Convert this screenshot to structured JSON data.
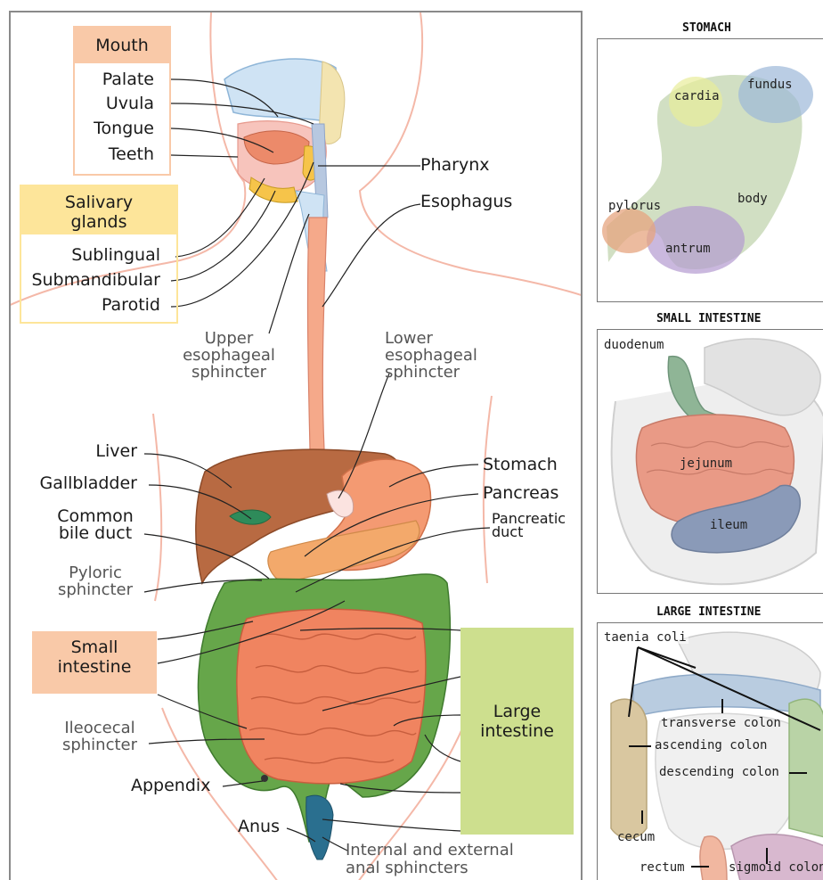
{
  "main": {
    "mouth_group": {
      "header": "Mouth",
      "items": [
        "Palate",
        "Uvula",
        "Tongue",
        "Teeth"
      ]
    },
    "salivary_group": {
      "header": "Salivary glands",
      "items": [
        "Sublingual",
        "Submandibular",
        "Parotid"
      ]
    },
    "labels": {
      "pharynx": "Pharynx",
      "esophagus": "Esophagus",
      "upper_sphincter": "Upper esophageal sphincter",
      "lower_sphincter": "Lower esophageal sphincter",
      "liver": "Liver",
      "gallbladder": "Gallbladder",
      "common_bile_duct": "Common bile duct",
      "pyloric_sphincter": "Pyloric sphincter",
      "small_intestine": "Small intestine",
      "ileocecal_sphincter": "Ileocecal sphincter",
      "appendix": "Appendix",
      "anus": "Anus",
      "anal_sphincters": "Internal and external anal sphincters",
      "stomach": "Stomach",
      "pancreas": "Pancreas",
      "pancreatic_duct": "Pancreatic duct",
      "large_intestine": "Large intestine"
    },
    "colors": {
      "mouth_box": "#f9c9a8",
      "salivary_box": "#fde59a",
      "small_intestine_box": "#f9c9a8",
      "large_intestine_box": "#cddf8e"
    }
  },
  "stomach_panel": {
    "title": "STOMACH",
    "labels": {
      "cardia": "cardia",
      "fundus": "fundus",
      "body": "body",
      "pylorus": "pylorus",
      "antrum": "antrum"
    }
  },
  "small_intestine_panel": {
    "title": "SMALL INTESTINE",
    "labels": {
      "duodenum": "duodenum",
      "jejunum": "jejunum",
      "ileum": "ileum"
    }
  },
  "large_intestine_panel": {
    "title": "LARGE INTESTINE",
    "labels": {
      "taenia_coli": "taenia coli",
      "transverse_colon": "transverse colon",
      "ascending_colon": "ascending colon",
      "descending_colon": "descending colon",
      "cecum": "cecum",
      "rectum": "rectum",
      "sigmoid_colon": "sigmoid colon"
    }
  }
}
